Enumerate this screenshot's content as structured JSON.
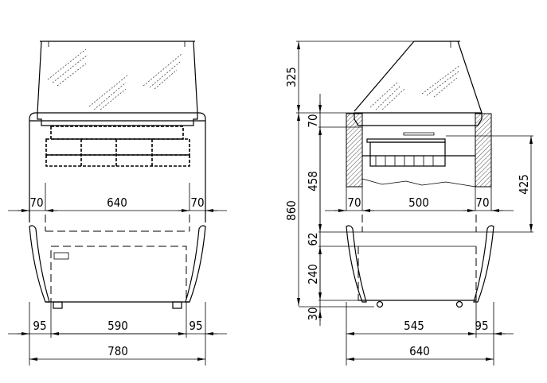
{
  "front_view": {
    "dims": {
      "left_margin": "70",
      "inner_width": "640",
      "right_margin": "70",
      "base_left": "95",
      "base_width": "590",
      "base_right": "95",
      "total_width": "780"
    }
  },
  "side_view": {
    "dims": {
      "glass_height": "325",
      "total_height": "860",
      "top_band": "70",
      "well_depth": "458",
      "gap": "62",
      "cabinet_height": "240",
      "foot_height": "30",
      "tray_height": "425",
      "left_wall": "70",
      "inner_depth": "500",
      "right_wall": "70",
      "base_depth": "545",
      "base_overhang": "95",
      "total_depth": "640"
    }
  },
  "colors": {
    "line": "#000000",
    "background": "#ffffff"
  }
}
